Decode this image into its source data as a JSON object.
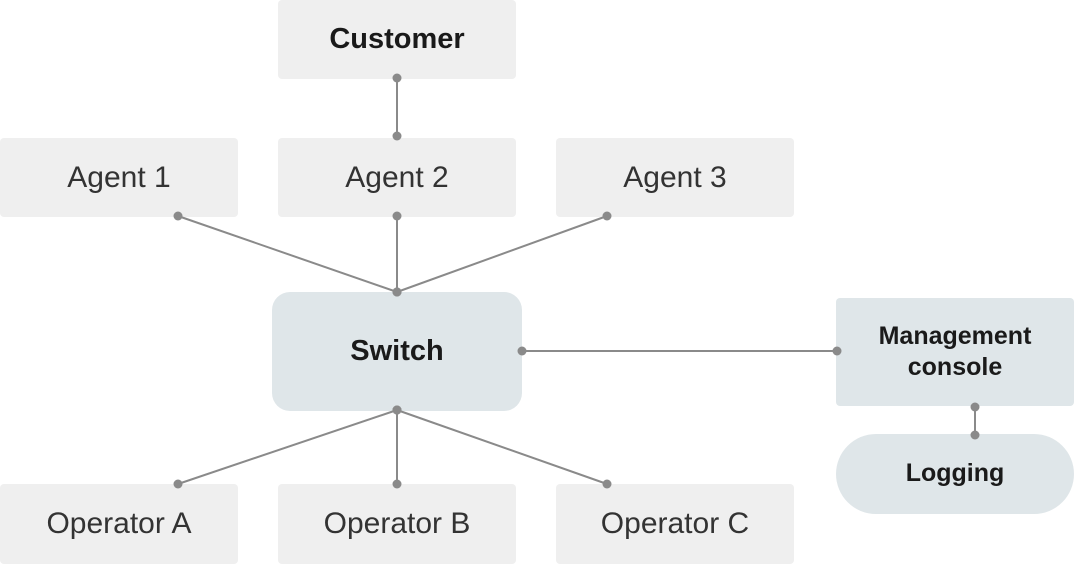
{
  "nodes": {
    "customer": "Customer",
    "agent1": "Agent 1",
    "agent2": "Agent 2",
    "agent3": "Agent 3",
    "switch": "Switch",
    "management_console": "Management console",
    "logging": "Logging",
    "operator_a": "Operator A",
    "operator_b": "Operator B",
    "operator_c": "Operator C"
  },
  "edges": [
    [
      "customer",
      "agent2"
    ],
    [
      "agent1",
      "switch"
    ],
    [
      "agent2",
      "switch"
    ],
    [
      "agent3",
      "switch"
    ],
    [
      "switch",
      "management_console"
    ],
    [
      "management_console",
      "logging"
    ],
    [
      "switch",
      "operator_a"
    ],
    [
      "switch",
      "operator_b"
    ],
    [
      "switch",
      "operator_c"
    ]
  ],
  "colors": {
    "node_fill": "#efefef",
    "hub_fill": "#dfe6e9",
    "edge": "#8a8a8a",
    "text": "#1a1a1a"
  }
}
